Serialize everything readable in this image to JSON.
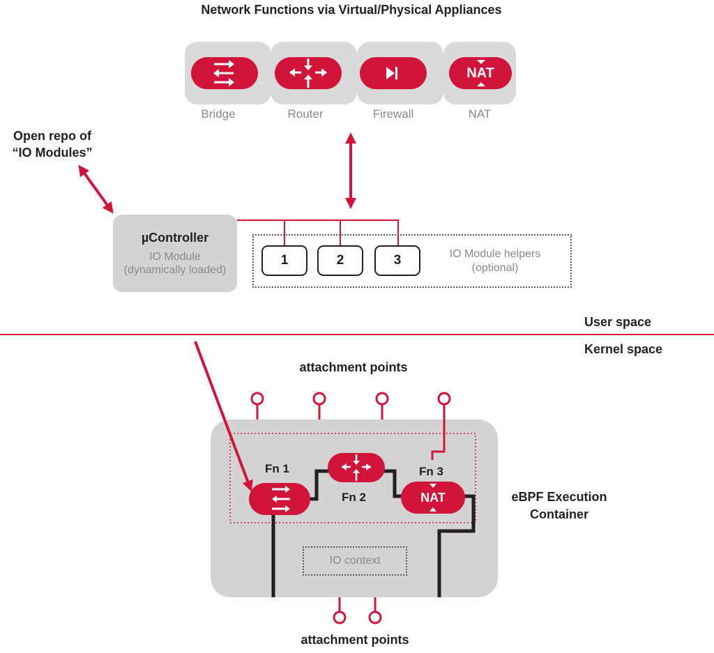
{
  "title": "Network Functions via Virtual/Physical Appliances",
  "appliances": [
    {
      "label": "Bridge",
      "icon": "bridge-icon"
    },
    {
      "label": "Router",
      "icon": "router-icon"
    },
    {
      "label": "Firewall",
      "icon": "firewall-icon"
    },
    {
      "label": "NAT",
      "icon": "nat-icon",
      "badge": "NAT"
    }
  ],
  "open_repo": {
    "line1": "Open repo of",
    "line2": "“IO Modules”"
  },
  "controller": {
    "title": "µController",
    "sub1": "IO Module",
    "sub2": "(dynamically loaded)"
  },
  "helpers": {
    "items": [
      "1",
      "2",
      "3"
    ],
    "label1": "IO Module helpers",
    "label2": "(optional)"
  },
  "spaces": {
    "user": "User space",
    "kernel": "Kernel space"
  },
  "attachment_top": "attachment points",
  "attachment_bottom": "attachment points",
  "functions": [
    {
      "label": "Fn 1",
      "icon": "bridge-icon"
    },
    {
      "label": "Fn 2",
      "icon": "router-icon"
    },
    {
      "label": "Fn 3",
      "icon": "nat-icon",
      "badge": "NAT"
    }
  ],
  "io_context": "IO context",
  "ebpf": {
    "line1": "eBPF Execution",
    "line2": "Container"
  },
  "colors": {
    "accent": "#d1143a",
    "panel": "#d3d3d3",
    "appliance_bg": "#d9d9d9",
    "dark": "#231f20"
  }
}
